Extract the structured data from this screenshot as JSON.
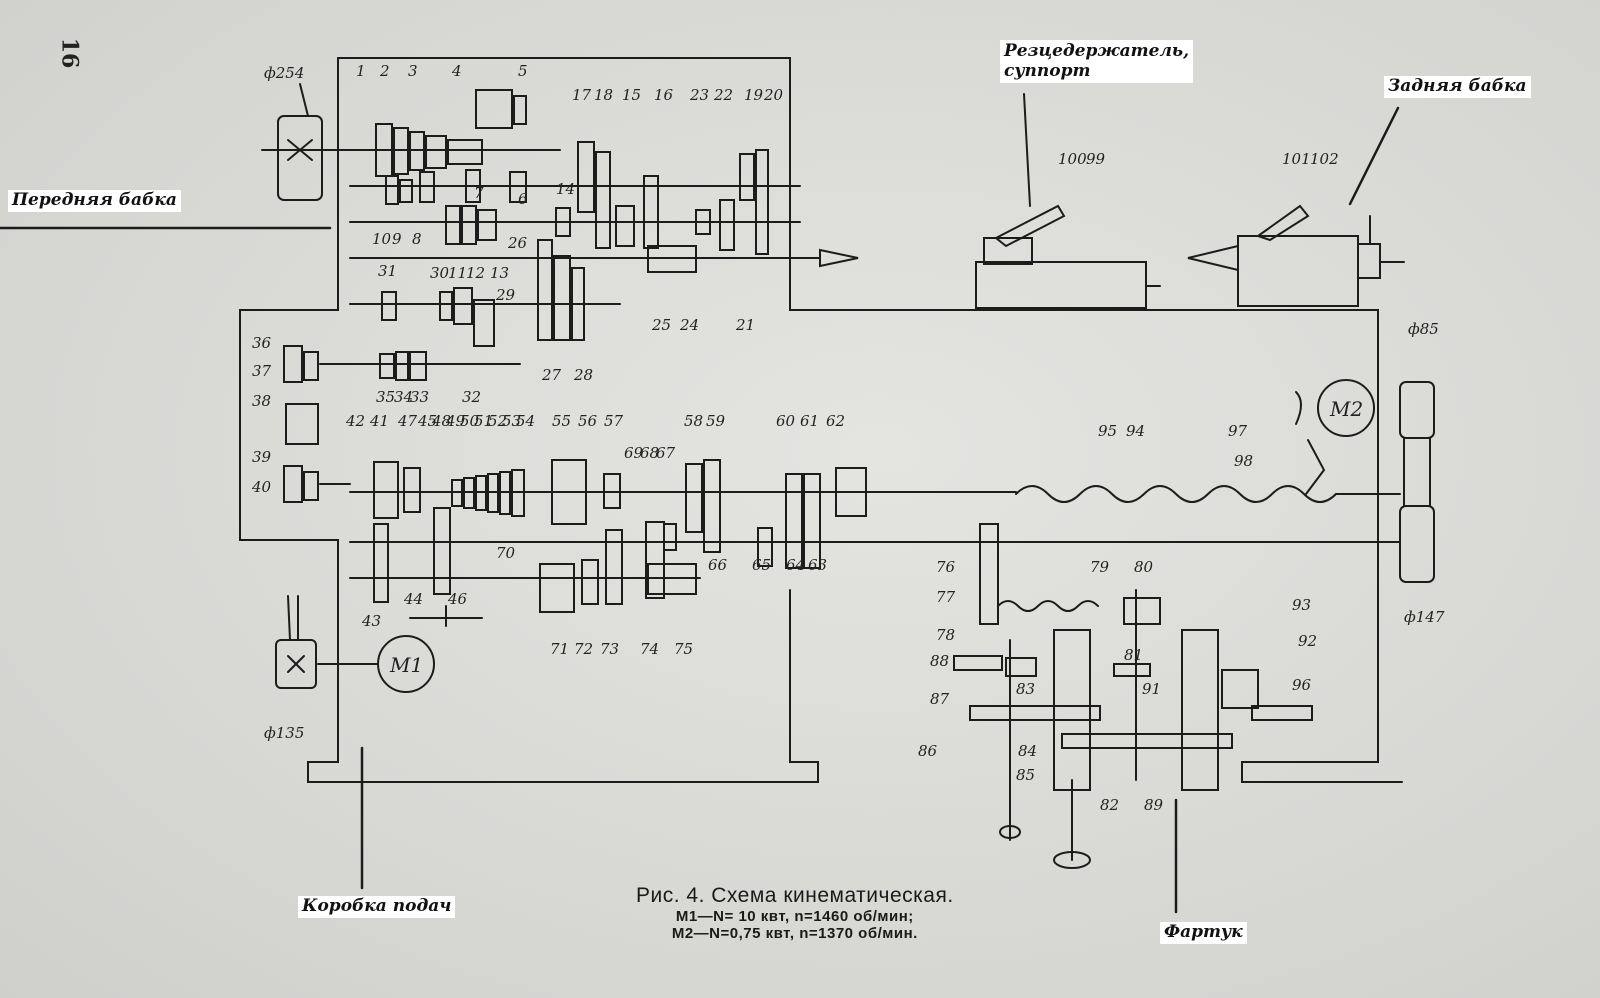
{
  "page_number": "16",
  "labels": {
    "front_headstock": "Передняя бабка",
    "tool_holder_line1": "Резцедержатель,",
    "tool_holder_line2": "суппорт",
    "tailstock": "Задняя бабка",
    "feed_box": "Коробка подач",
    "apron": "Фартук"
  },
  "caption": {
    "title": "Рис. 4. Схема кинематическая.",
    "line1": "M1—N= 10 квт, n=1460 об/мин;",
    "line2": "M2—N=0,75 квт, n=1370 об/мин."
  },
  "motors": {
    "m1": "M1",
    "m2": "M2"
  },
  "pulley_labels": {
    "p254": "ф254",
    "p135": "ф135",
    "p85": "ф85",
    "p147": "ф147"
  },
  "gear_numbers": [
    {
      "t": "1"
    },
    {
      "t": "2"
    },
    {
      "t": "3"
    },
    {
      "t": "4"
    },
    {
      "t": "5"
    },
    {
      "t": "17"
    },
    {
      "t": "18"
    },
    {
      "t": "15"
    },
    {
      "t": "16"
    },
    {
      "t": "23"
    },
    {
      "t": "22"
    },
    {
      "t": "19"
    },
    {
      "t": "20"
    },
    {
      "t": "10"
    },
    {
      "t": "9"
    },
    {
      "t": "8"
    },
    {
      "t": "7"
    },
    {
      "t": "6"
    },
    {
      "t": "14"
    },
    {
      "t": "30"
    },
    {
      "t": "11"
    },
    {
      "t": "12"
    },
    {
      "t": "13"
    },
    {
      "t": "26"
    },
    {
      "t": "25"
    },
    {
      "t": "24"
    },
    {
      "t": "21"
    },
    {
      "t": "31"
    },
    {
      "t": "29"
    },
    {
      "t": "35"
    },
    {
      "t": "34"
    },
    {
      "t": "33"
    },
    {
      "t": "32"
    },
    {
      "t": "27"
    },
    {
      "t": "28"
    },
    {
      "t": "36"
    },
    {
      "t": "37"
    },
    {
      "t": "38"
    },
    {
      "t": "39"
    },
    {
      "t": "40"
    },
    {
      "t": "42"
    },
    {
      "t": "41"
    },
    {
      "t": "47"
    },
    {
      "t": "45"
    },
    {
      "t": "48"
    },
    {
      "t": "49"
    },
    {
      "t": "50"
    },
    {
      "t": "51"
    },
    {
      "t": "52"
    },
    {
      "t": "53"
    },
    {
      "t": "54"
    },
    {
      "t": "55"
    },
    {
      "t": "56"
    },
    {
      "t": "57"
    },
    {
      "t": "69"
    },
    {
      "t": "68"
    },
    {
      "t": "67"
    },
    {
      "t": "58"
    },
    {
      "t": "59"
    },
    {
      "t": "60"
    },
    {
      "t": "61"
    },
    {
      "t": "62"
    },
    {
      "t": "70"
    },
    {
      "t": "66"
    },
    {
      "t": "65"
    },
    {
      "t": "64"
    },
    {
      "t": "63"
    },
    {
      "t": "43"
    },
    {
      "t": "44"
    },
    {
      "t": "46"
    },
    {
      "t": "71"
    },
    {
      "t": "72"
    },
    {
      "t": "73"
    },
    {
      "t": "74"
    },
    {
      "t": "75"
    },
    {
      "t": "100"
    },
    {
      "t": "99"
    },
    {
      "t": "101"
    },
    {
      "t": "102"
    },
    {
      "t": "95"
    },
    {
      "t": "94"
    },
    {
      "t": "97"
    },
    {
      "t": "98"
    },
    {
      "t": "76"
    },
    {
      "t": "77"
    },
    {
      "t": "78"
    },
    {
      "t": "79"
    },
    {
      "t": "80"
    },
    {
      "t": "81"
    },
    {
      "t": "83"
    },
    {
      "t": "88"
    },
    {
      "t": "87"
    },
    {
      "t": "86"
    },
    {
      "t": "84"
    },
    {
      "t": "85"
    },
    {
      "t": "82"
    },
    {
      "t": "89"
    },
    {
      "t": "91"
    },
    {
      "t": "93"
    },
    {
      "t": "92"
    },
    {
      "t": "96"
    }
  ]
}
